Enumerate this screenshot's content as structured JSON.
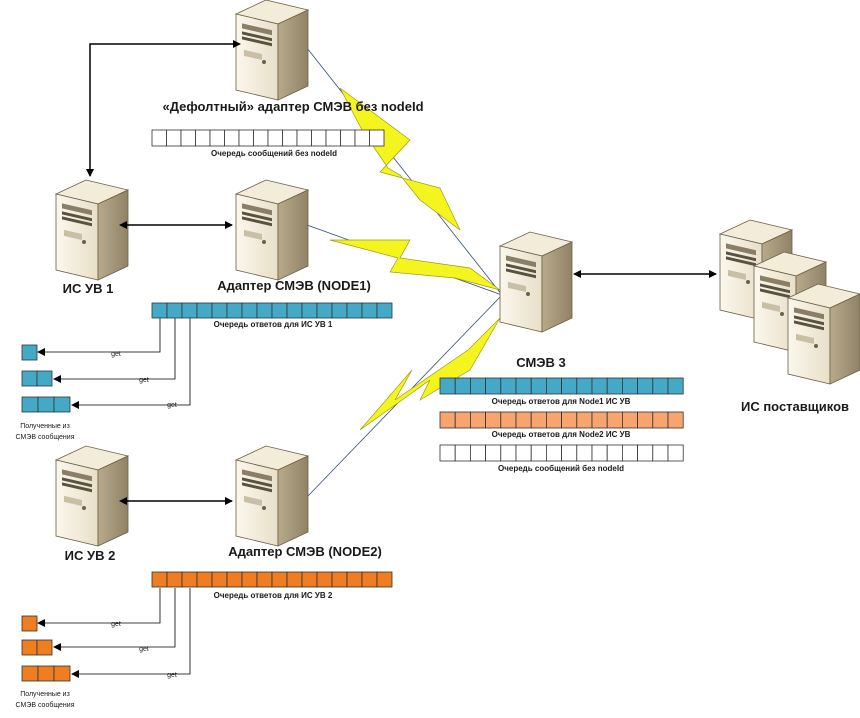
{
  "labels": {
    "default_adapter": "«Дефолтный» адаптер СМЭВ без nodeId",
    "default_queue": "Очередь сообщений без nodeId",
    "isuv1": "ИС УВ 1",
    "adapter1": "Адаптер СМЭВ (NODE1)",
    "queue1": "Очередь ответов для ИС УВ 1",
    "isuv2": "ИС УВ 2",
    "adapter2": "Адаптер СМЭВ (NODE2)",
    "queue2": "Очередь ответов для ИС УВ 2",
    "smev3": "СМЭВ 3",
    "smev_q1": "Очередь ответов для Node1 ИС УВ",
    "smev_q2": "Очередь ответов для Node2 ИС УВ",
    "smev_q3": "Очередь сообщений без nodeId",
    "providers": "ИС поставщиков",
    "get": "get",
    "received1_line1": "Полученные из",
    "received1_line2": "СМЭВ сообщения",
    "received2_line1": "Полученные из",
    "received2_line2": "СМЭВ сообщения"
  },
  "colors": {
    "blue": "#43a9c7",
    "orange": "#ef7d22",
    "salmon": "#f7a46e",
    "white": "#ffffff",
    "bolt": "#f4f41e"
  },
  "icons": {
    "server": "server-tower-icon",
    "lightning": "lightning-bolt-icon"
  }
}
